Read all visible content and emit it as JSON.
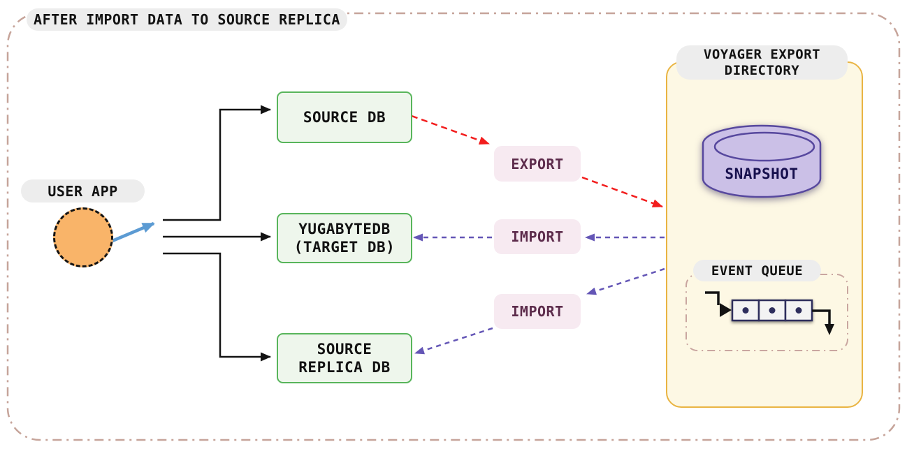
{
  "frame": {
    "title": "AFTER IMPORT DATA TO SOURCE REPLICA"
  },
  "user_app": {
    "label": "USER APP"
  },
  "databases": {
    "source_db": {
      "label": "SOURCE DB"
    },
    "target_db": {
      "line1": "YUGABYTEDB",
      "line2": "(TARGET DB)"
    },
    "source_replica_db": {
      "line1": "SOURCE",
      "line2": "REPLICA DB"
    }
  },
  "operations": {
    "export": {
      "label": "EXPORT"
    },
    "import_to_target": {
      "label": "IMPORT"
    },
    "import_to_replica": {
      "label": "IMPORT"
    }
  },
  "voyager_export_directory": {
    "title": {
      "line1": "VOYAGER EXPORT",
      "line2": "DIRECTORY"
    },
    "snapshot": {
      "label": "SNAPSHOT"
    },
    "event_queue": {
      "label": "EVENT QUEUE",
      "item_count": 3
    }
  },
  "colors": {
    "outer_border": "#c6a49a",
    "label_pill_bg": "#ededed",
    "db_box_fill": "#eef6ec",
    "db_box_border": "#58b55b",
    "op_box_fill": "#f7eaf1",
    "op_box_text": "#5d2c4c",
    "container_fill": "#fdf8e4",
    "container_border": "#e9b442",
    "export_arrow": "#f21d1d",
    "import_arrow": "#6456b6",
    "user_arrow": "#5c9bd3",
    "user_app_fill": "#f9b469",
    "snapshot_fill": "#cbc0e7",
    "snapshot_border": "#57489e",
    "snapshot_text": "#17104e",
    "black_lines": "#131313"
  }
}
